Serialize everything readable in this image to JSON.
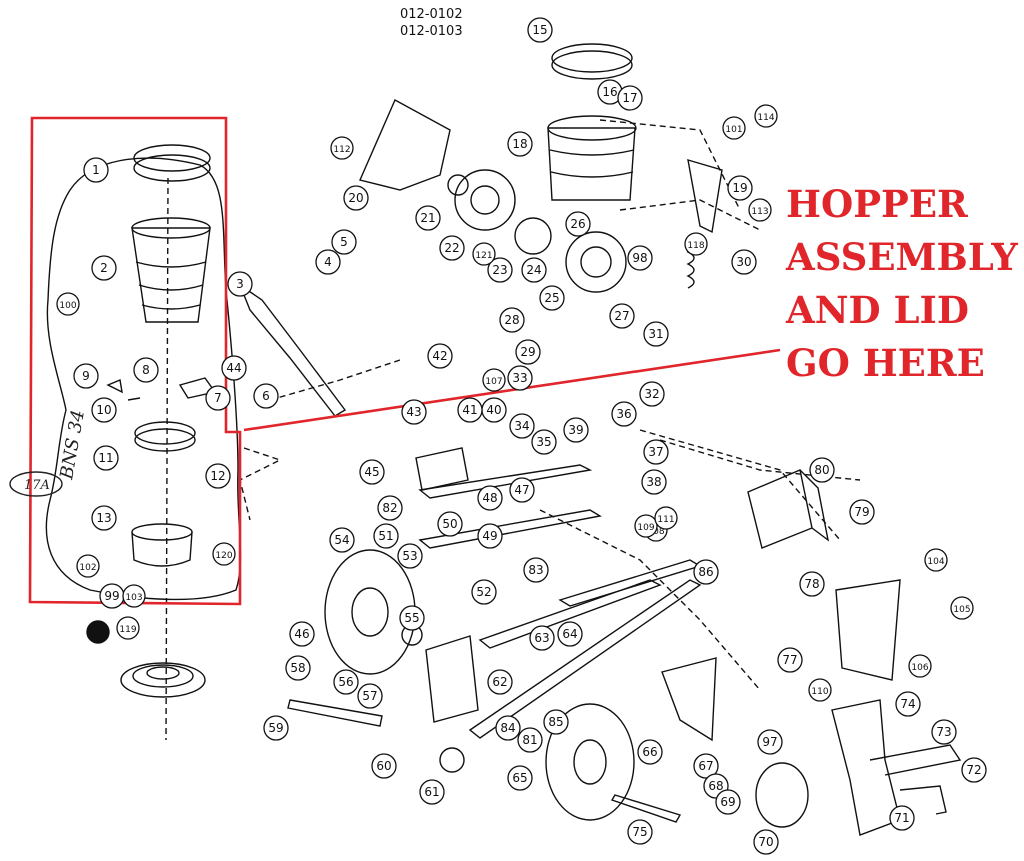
{
  "drawing_codes": [
    "012-0102",
    "012-0103"
  ],
  "handwritten_note": "BNS 34",
  "circled_ref": "17A",
  "annotation": {
    "lines": [
      "HOPPER",
      "ASSEMBLY",
      "AND LID",
      "GO HERE"
    ],
    "color": "#e0252b"
  },
  "highlight_color": "#e0252b",
  "parts": [
    {
      "label": "1"
    },
    {
      "label": "2"
    },
    {
      "label": "3"
    },
    {
      "label": "4"
    },
    {
      "label": "5"
    },
    {
      "label": "6"
    },
    {
      "label": "7"
    },
    {
      "label": "8"
    },
    {
      "label": "9"
    },
    {
      "label": "10"
    },
    {
      "label": "11"
    },
    {
      "label": "12"
    },
    {
      "label": "13"
    },
    {
      "label": "15"
    },
    {
      "label": "16"
    },
    {
      "label": "17"
    },
    {
      "label": "18"
    },
    {
      "label": "19"
    },
    {
      "label": "20"
    },
    {
      "label": "21"
    },
    {
      "label": "22"
    },
    {
      "label": "23"
    },
    {
      "label": "24"
    },
    {
      "label": "25"
    },
    {
      "label": "26"
    },
    {
      "label": "27"
    },
    {
      "label": "28"
    },
    {
      "label": "29"
    },
    {
      "label": "30"
    },
    {
      "label": "31"
    },
    {
      "label": "32"
    },
    {
      "label": "33"
    },
    {
      "label": "34"
    },
    {
      "label": "35"
    },
    {
      "label": "36"
    },
    {
      "label": "37"
    },
    {
      "label": "38"
    },
    {
      "label": "39"
    },
    {
      "label": "40"
    },
    {
      "label": "41"
    },
    {
      "label": "42"
    },
    {
      "label": "43"
    },
    {
      "label": "44"
    },
    {
      "label": "45"
    },
    {
      "label": "46"
    },
    {
      "label": "47"
    },
    {
      "label": "48"
    },
    {
      "label": "49"
    },
    {
      "label": "50"
    },
    {
      "label": "51"
    },
    {
      "label": "52"
    },
    {
      "label": "53"
    },
    {
      "label": "54"
    },
    {
      "label": "55"
    },
    {
      "label": "56"
    },
    {
      "label": "57"
    },
    {
      "label": "58"
    },
    {
      "label": "59"
    },
    {
      "label": "60"
    },
    {
      "label": "61"
    },
    {
      "label": "62"
    },
    {
      "label": "63"
    },
    {
      "label": "64"
    },
    {
      "label": "65"
    },
    {
      "label": "66"
    },
    {
      "label": "67"
    },
    {
      "label": "68"
    },
    {
      "label": "69"
    },
    {
      "label": "70"
    },
    {
      "label": "71"
    },
    {
      "label": "72"
    },
    {
      "label": "73"
    },
    {
      "label": "74"
    },
    {
      "label": "75"
    },
    {
      "label": "77"
    },
    {
      "label": "78"
    },
    {
      "label": "79"
    },
    {
      "label": "80"
    },
    {
      "label": "81"
    },
    {
      "label": "82"
    },
    {
      "label": "83"
    },
    {
      "label": "84"
    },
    {
      "label": "85"
    },
    {
      "label": "86"
    },
    {
      "label": "97"
    },
    {
      "label": "98"
    },
    {
      "label": "99"
    },
    {
      "label": "100"
    },
    {
      "label": "101"
    },
    {
      "label": "102"
    },
    {
      "label": "103"
    },
    {
      "label": "104"
    },
    {
      "label": "105"
    },
    {
      "label": "106"
    },
    {
      "label": "107"
    },
    {
      "label": "108"
    },
    {
      "label": "109"
    },
    {
      "label": "110"
    },
    {
      "label": "111"
    },
    {
      "label": "112"
    },
    {
      "label": "113"
    },
    {
      "label": "114"
    },
    {
      "label": "118"
    },
    {
      "label": "119"
    },
    {
      "label": "120"
    },
    {
      "label": "121"
    }
  ]
}
